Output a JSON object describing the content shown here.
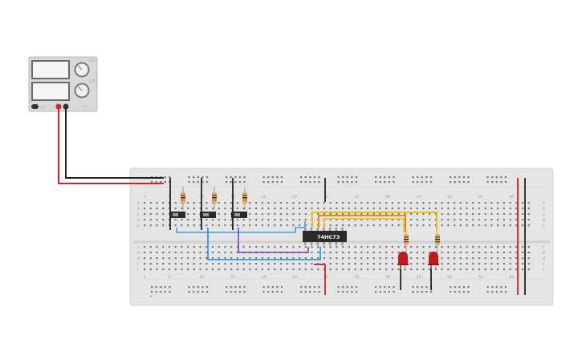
{
  "power_supply": {
    "display_voltage": "",
    "display_current": "",
    "knob_labels": [
      "VOLT",
      "CURR"
    ],
    "button_label": "on",
    "side_text": "0.0"
  },
  "breadboard": {
    "column_numbers": [
      "1",
      "5",
      "10",
      "15",
      "20",
      "25",
      "30",
      "35",
      "40",
      "45",
      "50",
      "55",
      "60"
    ],
    "row_letters_top": [
      "A",
      "B",
      "C",
      "D",
      "E"
    ],
    "row_letters_bottom": [
      "F",
      "G",
      "H",
      "I",
      "J"
    ],
    "rail_marks": [
      "-",
      "+"
    ]
  },
  "chip": {
    "label": "74HC73"
  },
  "colors": {
    "wire_black": "#222222",
    "wire_red": "#d61f26",
    "wire_cyan": "#3aa6d8",
    "wire_blue": "#1f8fd0",
    "wire_purple": "#7b3fb6",
    "wire_yellow": "#e8c20c",
    "wire_orange": "#e88a14",
    "led_red": "#c0181c",
    "breadboard": "#e5e5e5"
  }
}
